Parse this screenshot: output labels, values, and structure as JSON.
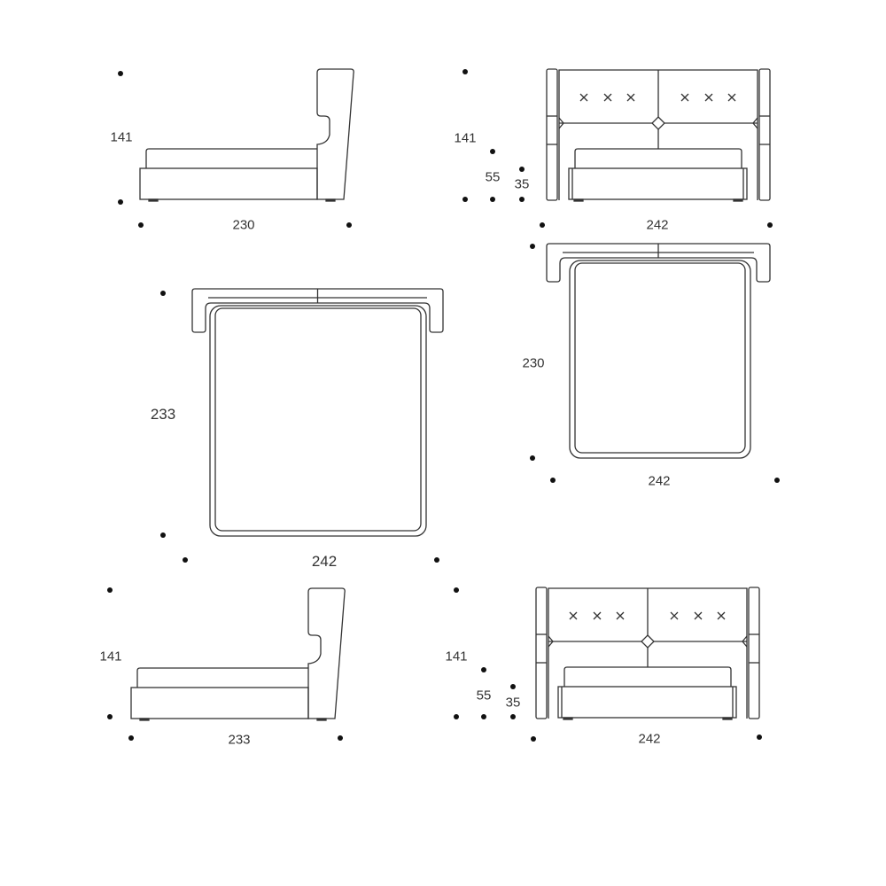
{
  "colors": {
    "line": "#333333",
    "dot": "#111111",
    "text": "#333333"
  },
  "views": {
    "side_view_1": {
      "height": "141",
      "length": "230"
    },
    "front_view_1": {
      "height": "141",
      "frame_height": "55",
      "base_height": "35",
      "width": "242"
    },
    "top_view_1": {
      "length": "233",
      "width": "242"
    },
    "top_view_2": {
      "length": "230",
      "width": "242"
    },
    "side_view_2": {
      "height": "141",
      "length": "233"
    },
    "front_view_2": {
      "height": "141",
      "frame_height": "55",
      "base_height": "35",
      "width": "242"
    }
  }
}
